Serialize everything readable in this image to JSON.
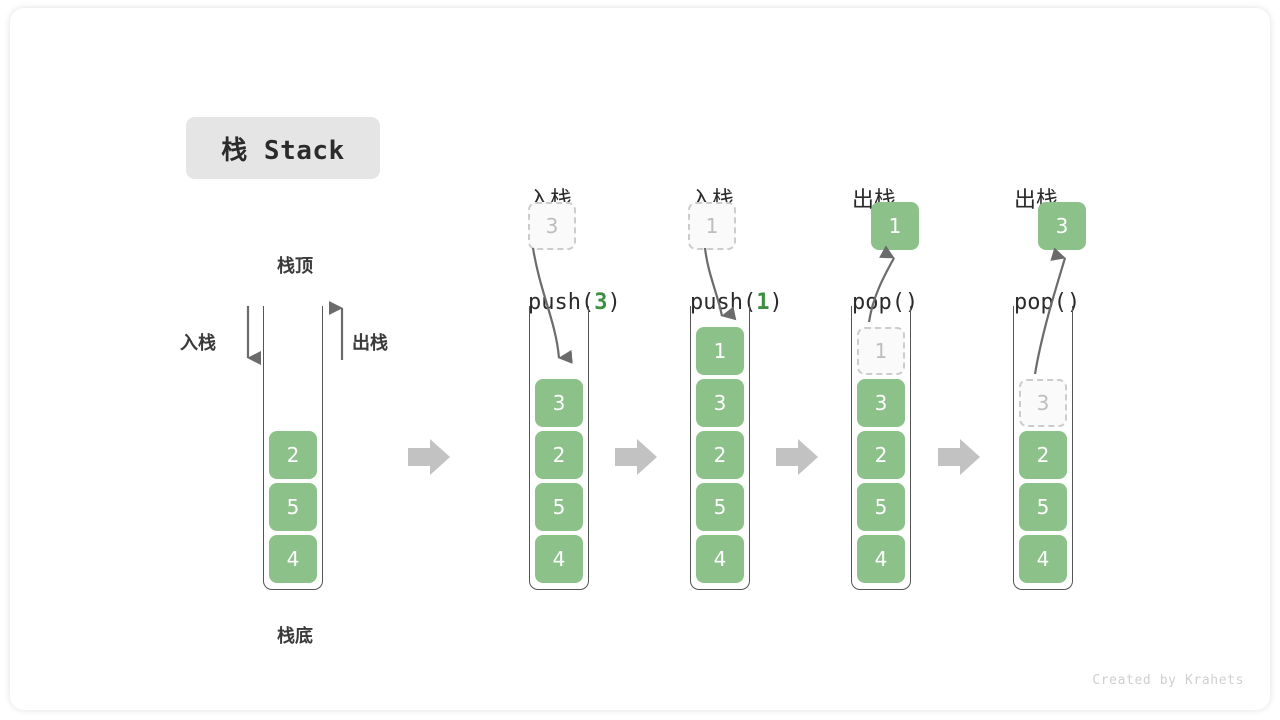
{
  "title": {
    "badge_label": "栈 Stack"
  },
  "legend": {
    "top_label": "栈顶",
    "bottom_label": "栈底",
    "push_label": "入栈",
    "pop_label": "出栈"
  },
  "footer": {
    "credit": "Created by Krahets"
  },
  "colors": {
    "element_fill": "#8cc189",
    "element_text": "#ffffff",
    "ghost_fill": "#fafafa",
    "ghost_border": "#cccccc",
    "ghost_text": "#bdbdbd",
    "container_stroke": "#555555",
    "flow_arrow": "#c2c2c2",
    "action_arrow": "#6b6b6b",
    "badge_bg": "#e5e5e5",
    "highlight_green": "#3e8e41",
    "text": "#2b2b2b",
    "footer_text": "#cfcfcf"
  },
  "stages": [
    {
      "name": "initial",
      "head_line1": "",
      "head_line2": "",
      "elements": [
        "2",
        "5",
        "4"
      ],
      "ghost_index": -1,
      "floating": null,
      "arrow": "none"
    },
    {
      "name": "push-3",
      "head_line1": "入栈",
      "head_line2_pre": "push(",
      "head_line2_hl": "3",
      "head_line2_post": ")",
      "elements": [
        "3",
        "2",
        "5",
        "4"
      ],
      "ghost_index": -1,
      "floating": {
        "value": "3",
        "style": "ghost"
      },
      "arrow": "down"
    },
    {
      "name": "push-1",
      "head_line1": "入栈",
      "head_line2_pre": "push(",
      "head_line2_hl": "1",
      "head_line2_post": ")",
      "elements": [
        "1",
        "3",
        "2",
        "5",
        "4"
      ],
      "ghost_index": -1,
      "floating": {
        "value": "1",
        "style": "ghost"
      },
      "arrow": "down"
    },
    {
      "name": "pop-1",
      "head_line1": "出栈",
      "head_line2_pre": "pop(",
      "head_line2_hl": "",
      "head_line2_post": ")",
      "elements": [
        "1",
        "3",
        "2",
        "5",
        "4"
      ],
      "ghost_index": 0,
      "floating": {
        "value": "1",
        "style": "solid"
      },
      "arrow": "up"
    },
    {
      "name": "pop-3",
      "head_line1": "出栈",
      "head_line2_pre": "pop(",
      "head_line2_hl": "",
      "head_line2_post": ")",
      "elements": [
        "3",
        "2",
        "5",
        "4"
      ],
      "ghost_index": 0,
      "floating": {
        "value": "3",
        "style": "solid"
      },
      "arrow": "up"
    }
  ],
  "cells": {
    "s0": [
      "2",
      "5",
      "4"
    ],
    "s1": [
      "3",
      "2",
      "5",
      "4"
    ],
    "s2": [
      "1",
      "3",
      "2",
      "5",
      "4"
    ],
    "s3": [
      "1",
      "3",
      "2",
      "5",
      "4"
    ],
    "s4": [
      "3",
      "2",
      "5",
      "4"
    ],
    "float1": "3",
    "float2": "1",
    "float3": "1",
    "float4": "3"
  },
  "headers": {
    "h1a": "入栈",
    "h1b_pre": "push(",
    "h1b_hl": "3",
    "h1b_post": ")",
    "h2a": "入栈",
    "h2b_pre": "push(",
    "h2b_hl": "1",
    "h2b_post": ")",
    "h3a": "出栈",
    "h3b": "pop()",
    "h4a": "出栈",
    "h4b": "pop()"
  }
}
